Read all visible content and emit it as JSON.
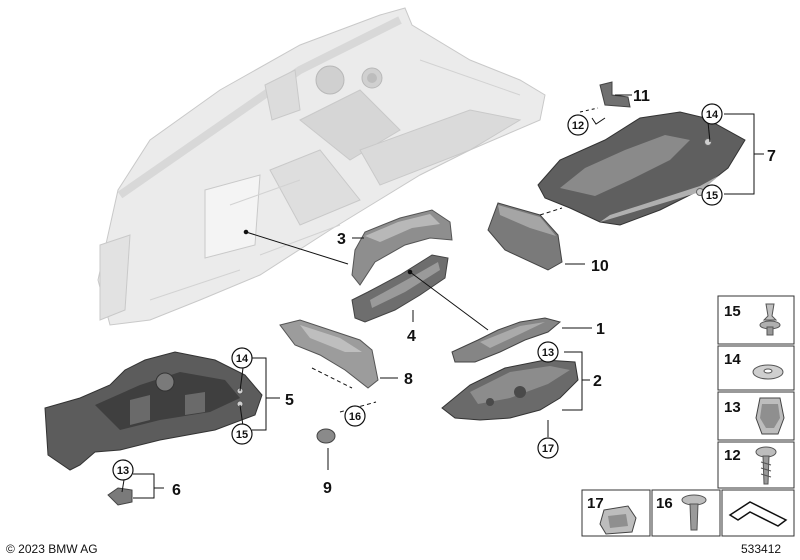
{
  "callouts": {
    "c1": "1",
    "c2": "2",
    "c3": "3",
    "c4": "4",
    "c5": "5",
    "c6": "6",
    "c7": "7",
    "c8": "8",
    "c9": "9",
    "c10": "10",
    "c11": "11",
    "c12": "12",
    "c13a": "13",
    "c13b": "13",
    "c14a": "14",
    "c14b": "14",
    "c15a": "15",
    "c15b": "15",
    "c16": "16",
    "c17": "17"
  },
  "legend": {
    "g15": "15",
    "g14": "14",
    "g13": "13",
    "g12": "12",
    "g17": "17",
    "g16": "16"
  },
  "footer": {
    "copyright": "© 2023 BMW AG",
    "image_id": "533412"
  }
}
